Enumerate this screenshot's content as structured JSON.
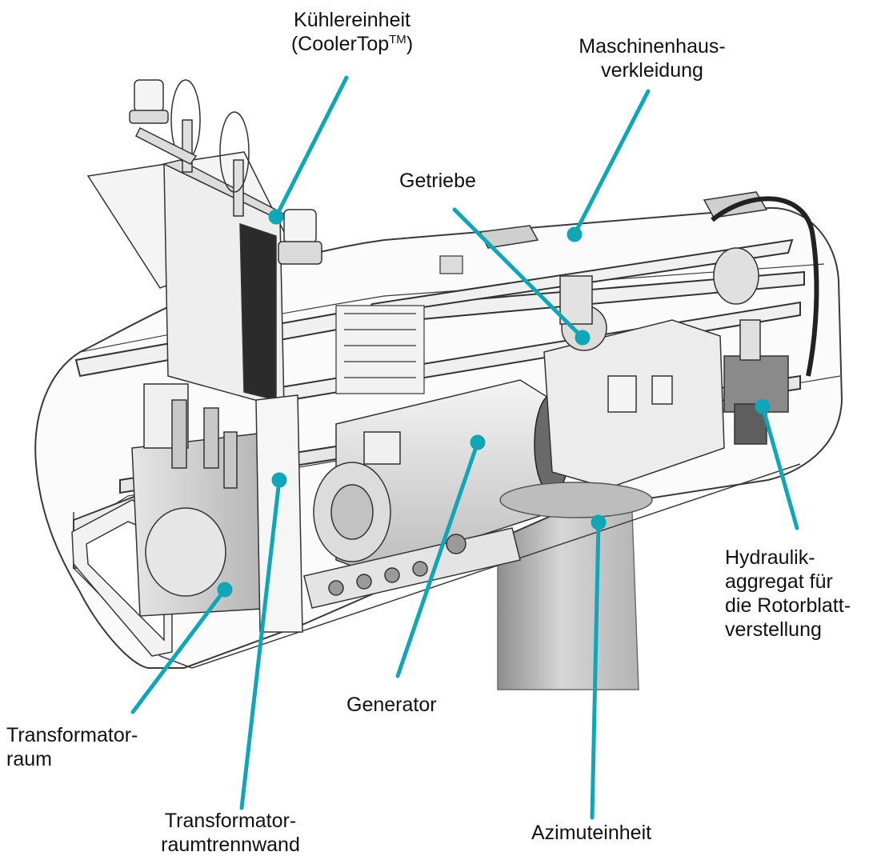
{
  "colors": {
    "leader": "#0fa7b8",
    "line_art": "#3a3a3a",
    "shade": "#d9d9d9",
    "tower": "#c8c8c8",
    "text": "#111111"
  },
  "labels": {
    "cooler": {
      "line1": "Kühlereinheit",
      "line2_prefix": "(CoolerTop",
      "line2_sup": "TM",
      "line2_suffix": ")"
    },
    "cover": {
      "line1": "Maschinenhaus-",
      "line2": "verkleidung"
    },
    "gearbox": {
      "line1": "Getriebe"
    },
    "hydraulic": {
      "line1": "Hydraulik-",
      "line2": "aggregat für",
      "line3": "die Rotorblatt-",
      "line4": "verstellung"
    },
    "generator": {
      "line1": "Generator"
    },
    "transformer_room": {
      "line1": "Transformator-",
      "line2": "raum"
    },
    "transformer_wall": {
      "line1": "Transformator-",
      "line2": "raumtrennwand"
    },
    "azimuth": {
      "line1": "Azimuteinheit"
    }
  },
  "icons": {
    "nacelle": "wind-turbine-nacelle-cutaway",
    "tower": "tower-section",
    "beacon": "aviation-beacon"
  }
}
